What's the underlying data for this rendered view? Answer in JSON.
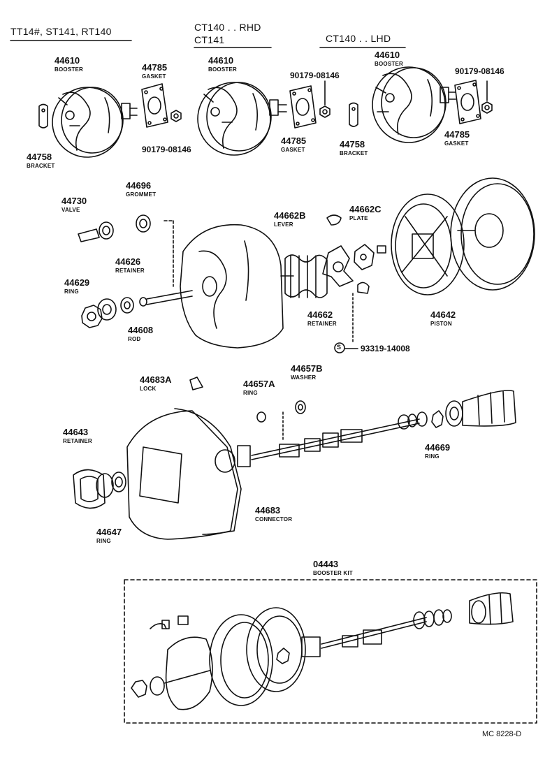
{
  "headers": {
    "variant_1": "TT14#, ST141, RT140",
    "variant_2_line1": "CT140 . . RHD",
    "variant_2_line2": "CT141",
    "variant_3": "CT140 . . LHD"
  },
  "labels": {
    "booster_a": {
      "number": "44610",
      "name": "BOOSTER"
    },
    "gasket_a": {
      "number": "44785",
      "name": "GASKET"
    },
    "bracket_a": {
      "number": "44758",
      "name": "BRACKET"
    },
    "nut_a": {
      "number": "90179-08146"
    },
    "booster_b": {
      "number": "44610",
      "name": "BOOSTER"
    },
    "nut_b": {
      "number": "90179-08146"
    },
    "gasket_b": {
      "number": "44785",
      "name": "GASKET"
    },
    "booster_c": {
      "number": "44610",
      "name": "BOOSTER"
    },
    "nut_c": {
      "number": "90179-08146"
    },
    "bracket_c": {
      "number": "44758",
      "name": "BRACKET"
    },
    "gasket_c": {
      "number": "44785",
      "name": "GASKET"
    },
    "grommet": {
      "number": "44696",
      "name": "GROMMET"
    },
    "valve": {
      "number": "44730",
      "name": "VALVE"
    },
    "lever": {
      "number": "44662B",
      "name": "LEVER"
    },
    "plate": {
      "number": "44662C",
      "name": "PLATE"
    },
    "retainer_626": {
      "number": "44626",
      "name": "RETAINER"
    },
    "ring_629": {
      "number": "44629",
      "name": "RING"
    },
    "rod": {
      "number": "44608",
      "name": "ROD"
    },
    "retainer_662": {
      "number": "44662",
      "name": "RETAINER"
    },
    "piston": {
      "number": "44642",
      "name": "PISTON"
    },
    "screw": {
      "symbol": "S",
      "number": "93319-14008"
    },
    "lock": {
      "number": "44683A",
      "name": "LOCK"
    },
    "ring_657a": {
      "number": "44657A",
      "name": "RING"
    },
    "washer": {
      "number": "44657B",
      "name": "WASHER"
    },
    "retainer_643": {
      "number": "44643",
      "name": "RETAINER"
    },
    "ring_669": {
      "number": "44669",
      "name": "RING"
    },
    "connector": {
      "number": "44683",
      "name": "CONNECTOR"
    },
    "ring_647": {
      "number": "44647",
      "name": "RING"
    },
    "kit": {
      "number": "04443",
      "name": "BOOSTER KIT"
    }
  },
  "footer": {
    "code": "MC 8228-D"
  }
}
